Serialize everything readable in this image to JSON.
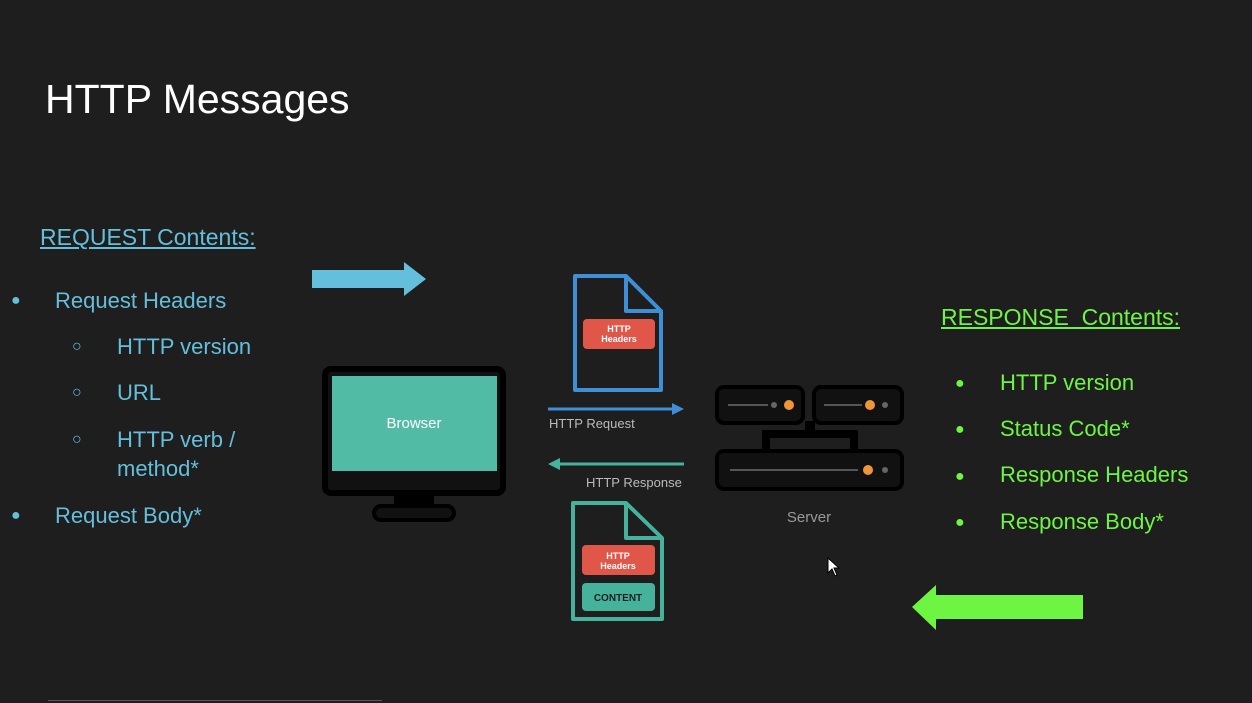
{
  "slide": {
    "title": "HTTP Messages"
  },
  "request": {
    "heading": "REQUEST Contents:",
    "items": [
      {
        "label": "Request Headers"
      },
      {
        "label": "HTTP version"
      },
      {
        "label": "URL"
      },
      {
        "label": "HTTP verb /"
      },
      {
        "label": "method*"
      },
      {
        "label": "Request Body*"
      }
    ]
  },
  "response": {
    "heading": "RESPONSE  Contents:",
    "items": [
      {
        "label": "HTTP version"
      },
      {
        "label": "Status Code*"
      },
      {
        "label": "Response Headers"
      },
      {
        "label": "Response Body*"
      }
    ]
  },
  "diagram": {
    "browser_label": "Browser",
    "server_label": "Server",
    "request_label": "HTTP Request",
    "response_label": "HTTP Response",
    "headers_tag_line1": "HTTP",
    "headers_tag_line2": "Headers",
    "content_tag": "CONTENT"
  },
  "colors": {
    "background": "#1e1e1e",
    "request_blue": "#64bfdd",
    "response_green": "#6ef542",
    "browser_screen": "#52bba5",
    "doc_blue": "#3f8fd6",
    "doc_teal": "#45b39b",
    "header_tag_red": "#e0574a",
    "server_orange": "#f0963a"
  }
}
